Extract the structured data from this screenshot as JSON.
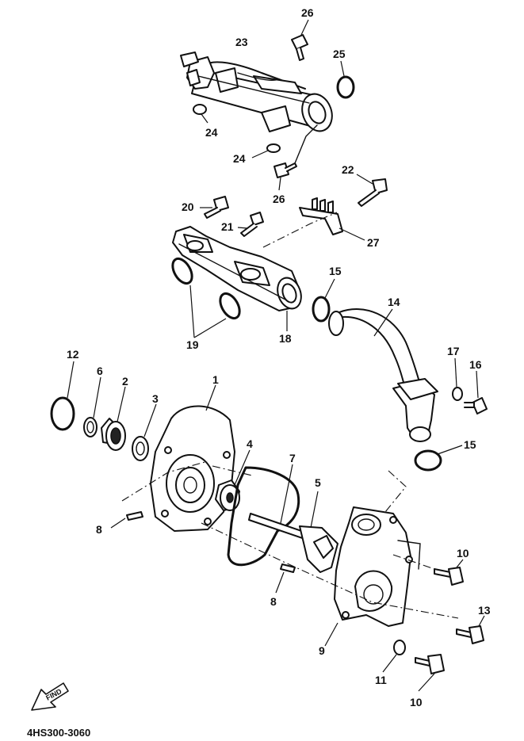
{
  "diagram": {
    "code": "4HS300-3060",
    "find_label": "FIND",
    "callouts": {
      "c1": "1",
      "c2": "2",
      "c3": "3",
      "c4": "4",
      "c5": "5",
      "c6": "6",
      "c7": "7",
      "c8a": "8",
      "c8b": "8",
      "c9": "9",
      "c10a": "10",
      "c10b": "10",
      "c11": "11",
      "c12": "12",
      "c13": "13",
      "c14": "14",
      "c15a": "15",
      "c15b": "15",
      "c16": "16",
      "c17": "17",
      "c18": "18",
      "c19": "19",
      "c20": "20",
      "c21": "21",
      "c22": "22",
      "c23": "23",
      "c24a": "24",
      "c24b": "24",
      "c25": "25",
      "c26a": "26",
      "c26b": "26",
      "c27": "27"
    }
  }
}
